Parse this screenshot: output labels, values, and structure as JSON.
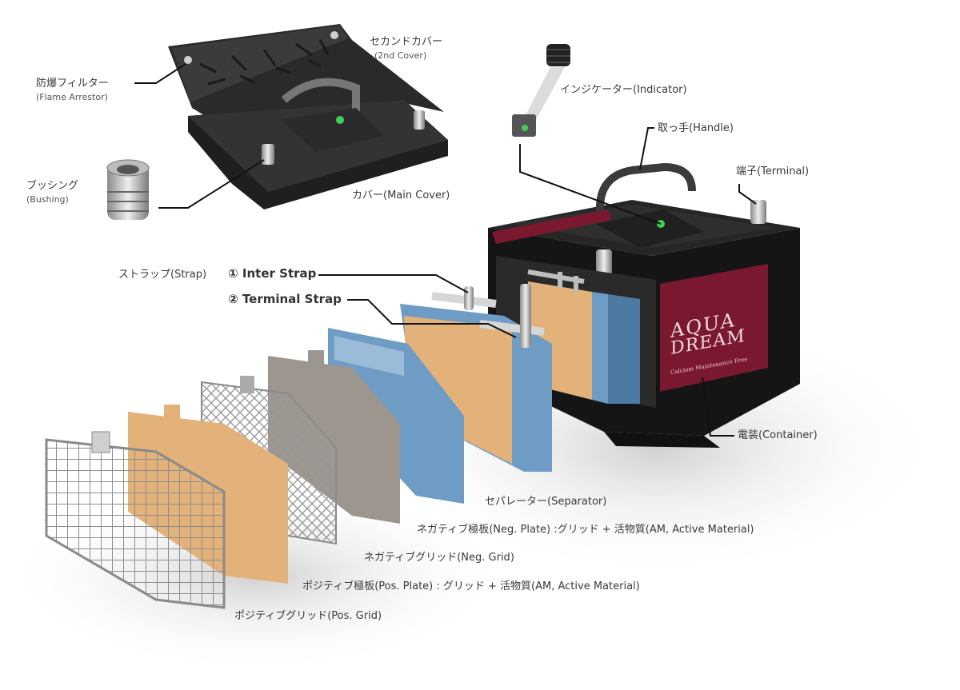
{
  "labels": {
    "flame_arrestor": {
      "ja": "防爆フィルター",
      "en": "(Flame Arrestor)"
    },
    "second_cover": {
      "ja": "セカンドカバー",
      "en": "(2nd Cover)"
    },
    "bushing": {
      "ja": "ブッシング",
      "en": "(Bushing)"
    },
    "main_cover": "カバー(Main Cover)",
    "indicator": "インジケーター(Indicator)",
    "handle": "取っ手(Handle)",
    "terminal": "端子(Terminal)",
    "strap": "ストラップ(Strap)",
    "inter_strap": "① Inter Strap",
    "terminal_strap": "② Terminal Strap",
    "container": "電装(Container)",
    "separator": "セパレーター(Separator)",
    "neg_plate": "ネガティブ極板(Neg. Plate) :グリッド + 活物質(AM, Active Material)",
    "neg_grid": "ネガティブグリッド(Neg. Grid)",
    "pos_plate": "ポジティブ極板(Pos. Plate) : グリッド + 活物質(AM, Active Material)",
    "pos_grid": "ポジティブグリッド(Pos. Grid)"
  },
  "brand": {
    "line1": "AQUA",
    "line2": "DREAM",
    "tagline": "Calcium Maintenance Free"
  },
  "colors": {
    "battery_red": "#7a1830",
    "case_black": "#1c1c1c",
    "plate_orange": "#e2b27a",
    "separator_blue": "#6f9cc4",
    "line": "#111111"
  }
}
